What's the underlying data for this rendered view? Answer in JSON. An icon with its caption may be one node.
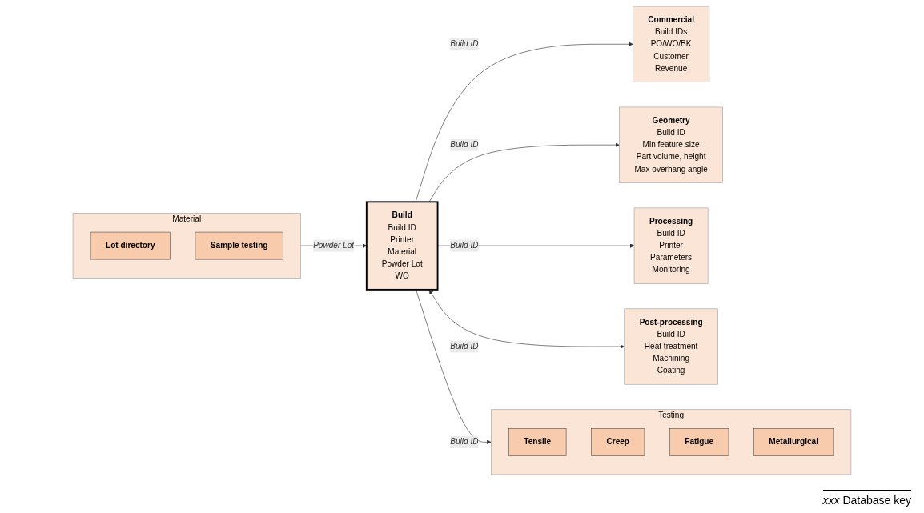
{
  "diagram": {
    "nodes": [
      {
        "text": [
          "Commercial",
          "Build IDs",
          "PO/WO/BK",
          "Customer",
          "Revenue"
        ]
      },
      {
        "text": [
          "Material"
        ]
      },
      {
        "text": [
          "Lot directory"
        ],
        "in": 1
      },
      {
        "text": [
          "Sample testing"
        ],
        "in": 1
      },
      {
        "text": [
          "Geometry",
          "Build ID",
          "Min feature size",
          "Part volume, height",
          "Max overhang angle"
        ]
      },
      {
        "text": [
          "Build",
          "Build ID",
          "Printer",
          "Material",
          "Powder Lot",
          "WO"
        ]
      },
      {
        "text": [
          "Post-processing",
          "Build ID",
          "Heat treatment",
          "Machining",
          "Coating"
        ]
      },
      {
        "text": [
          "Processing",
          "Build ID",
          "Printer",
          "Parameters",
          "Monitoring"
        ]
      },
      {
        "text": [
          "Testing"
        ]
      },
      {
        "text": [
          "Tensile"
        ],
        "in": 8
      },
      {
        "text": [
          "Creep"
        ],
        "in": 8
      },
      {
        "text": [
          "Fatigue"
        ],
        "in": 8
      },
      {
        "text": [
          "Metallurgical"
        ],
        "in": 8
      }
    ],
    "edges": [
      {
        "from": 5,
        "to": 0,
        "arrow": "to",
        "label": "Build ID"
      },
      {
        "from": 5,
        "to": 4,
        "arrow": "to",
        "label": "Build ID"
      },
      {
        "from": 5,
        "to": 7,
        "arrow": "to",
        "label": "Build ID"
      },
      {
        "from": 1,
        "to": 5,
        "arrow": "to",
        "label": "Powder Lot"
      },
      {
        "from": 5,
        "to": 6,
        "arrow": "both",
        "label": "Build ID"
      },
      {
        "from": 5,
        "to": 8,
        "arrow": "to",
        "label": "Build ID"
      }
    ],
    "labels": [
      "*xxx* Database key"
    ]
  }
}
